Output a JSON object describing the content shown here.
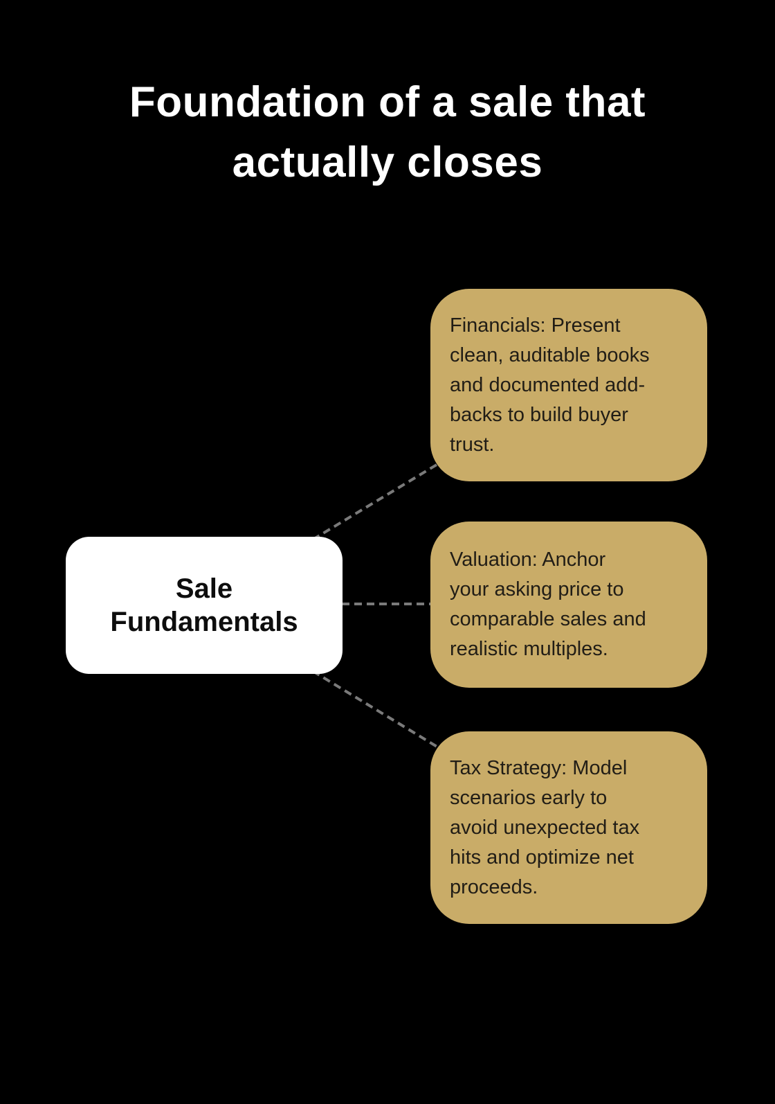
{
  "title": {
    "text": "Foundation of a sale that\nactually closes"
  },
  "diagram": {
    "root": {
      "label": "Sale\nFundamentals"
    },
    "branches": [
      {
        "text": "Financials: Present\nclean, auditable books\nand documented add-\nbacks to build buyer\ntrust."
      },
      {
        "text": "Valuation: Anchor\nyour asking price to\ncomparable sales and\nrealistic multiples."
      },
      {
        "text": "Tax Strategy: Model\nscenarios early to\navoid unexpected tax\nhits and optimize net\nproceeds."
      }
    ]
  },
  "colors": {
    "background": "#000000",
    "title_text": "#FFFFFF",
    "root_fill": "#FFFFFF",
    "root_text": "#0D0D0D",
    "branch_fill": "#C9AC68",
    "branch_text": "#211D16",
    "connector": "#7A7A7A"
  }
}
